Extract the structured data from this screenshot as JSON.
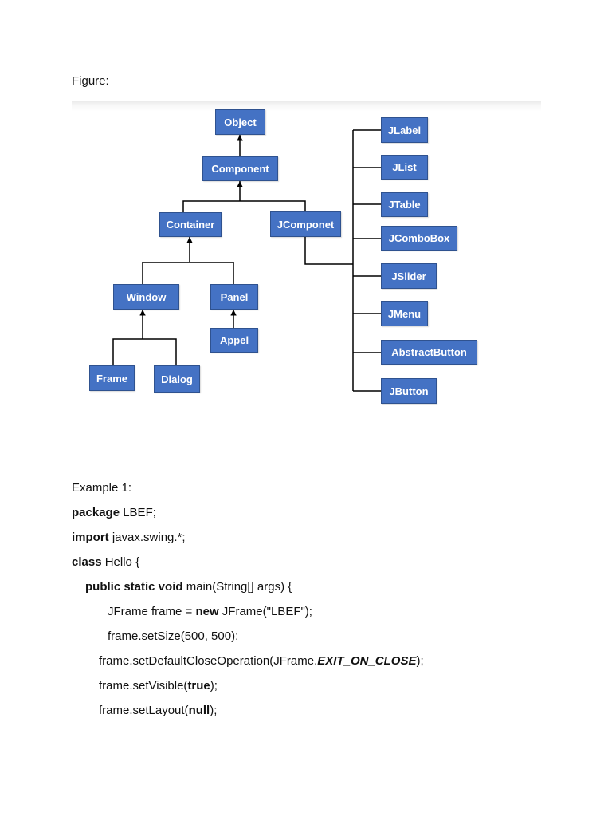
{
  "figure_label": "Figure:",
  "diagram": {
    "nodes": {
      "object": "Object",
      "component": "Component",
      "container": "Container",
      "jcomponet": "JComponet",
      "window": "Window",
      "panel": "Panel",
      "appel": "Appel",
      "frame": "Frame",
      "dialog": "Dialog",
      "jlabel": "JLabel",
      "jlist": "JList",
      "jtable": "JTable",
      "jcombobox": "JComboBox",
      "jslider": "JSlider",
      "jmenu": "JMenu",
      "abstractbutton": "AbstractButton",
      "jbutton": "JButton"
    },
    "colors": {
      "box_fill": "#4472c4",
      "box_border": "#2f528f",
      "box_text": "#ffffff",
      "connector": "#000000"
    }
  },
  "code": {
    "example_title": "Example 1:",
    "l1": {
      "kw": "package",
      "rest": " LBEF;"
    },
    "l2": {
      "kw": "import",
      "rest": " javax.swing.*;"
    },
    "l3": {
      "kw": "class",
      "rest": " Hello {"
    },
    "l4": {
      "kw": "public static void",
      "rest": " main(String[] args) {"
    },
    "l5": {
      "pre": "JFrame frame = ",
      "kw": "new",
      "rest": " JFrame(\"LBEF\");"
    },
    "l6": {
      "text": "frame.setSize(500, 500);"
    },
    "l7": {
      "pre": "frame.setDefaultCloseOperation(JFrame.",
      "kw": "EXIT_ON_CLOSE",
      "rest": ");"
    },
    "l8": {
      "pre": "frame.setVisible(",
      "kw": "true",
      "rest": ");"
    },
    "l9": {
      "pre": "frame.setLayout(",
      "kw": "null",
      "rest": ");"
    }
  }
}
